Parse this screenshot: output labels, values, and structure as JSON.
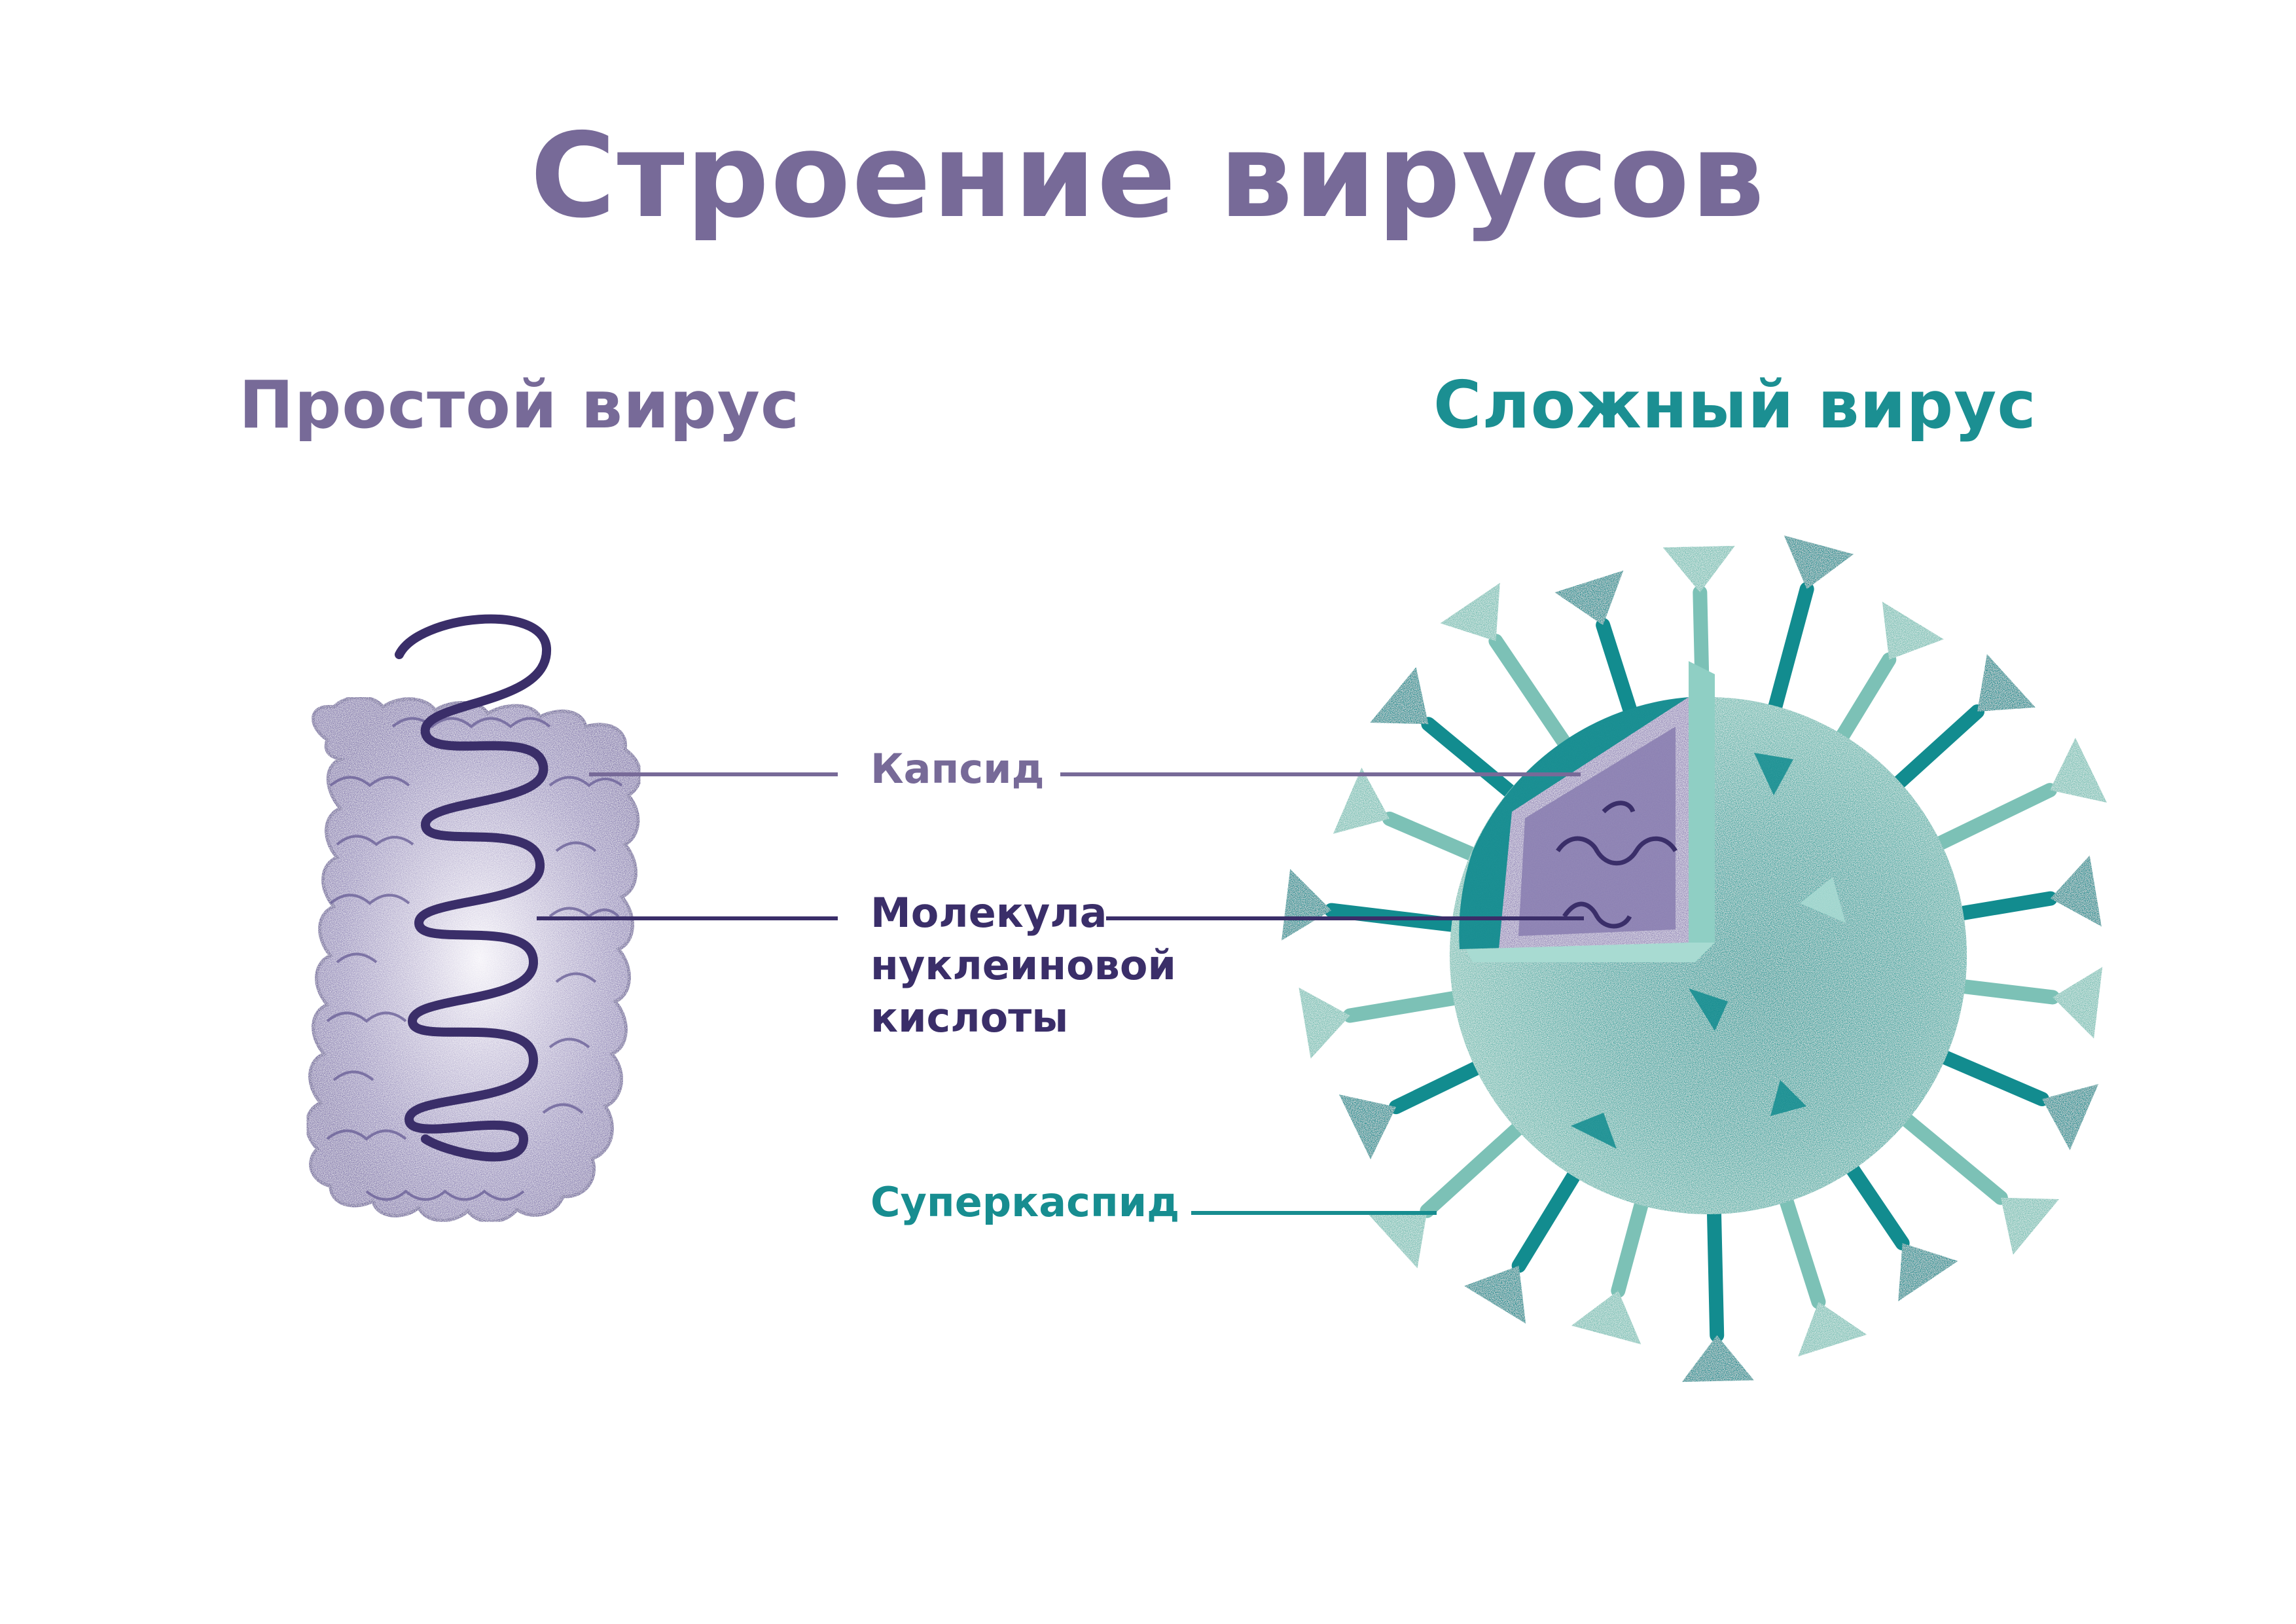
{
  "title": "Строение вирусов",
  "simple_virus": {
    "heading": "Простой вирус"
  },
  "complex_virus": {
    "heading": "Сложный вирус"
  },
  "labels": {
    "capsid": "Капсид",
    "nucleic_acid": [
      "Молекула",
      "нуклеиновой",
      "кислоты"
    ],
    "supercapsid": "Суперкаспид"
  },
  "colors": {
    "title": "#776a98",
    "capsid_purple": "#8f86b3",
    "nucleic_dark": "#3a2e69",
    "teal_dark": "#128c8f",
    "teal_light": "#7cc1b6"
  }
}
